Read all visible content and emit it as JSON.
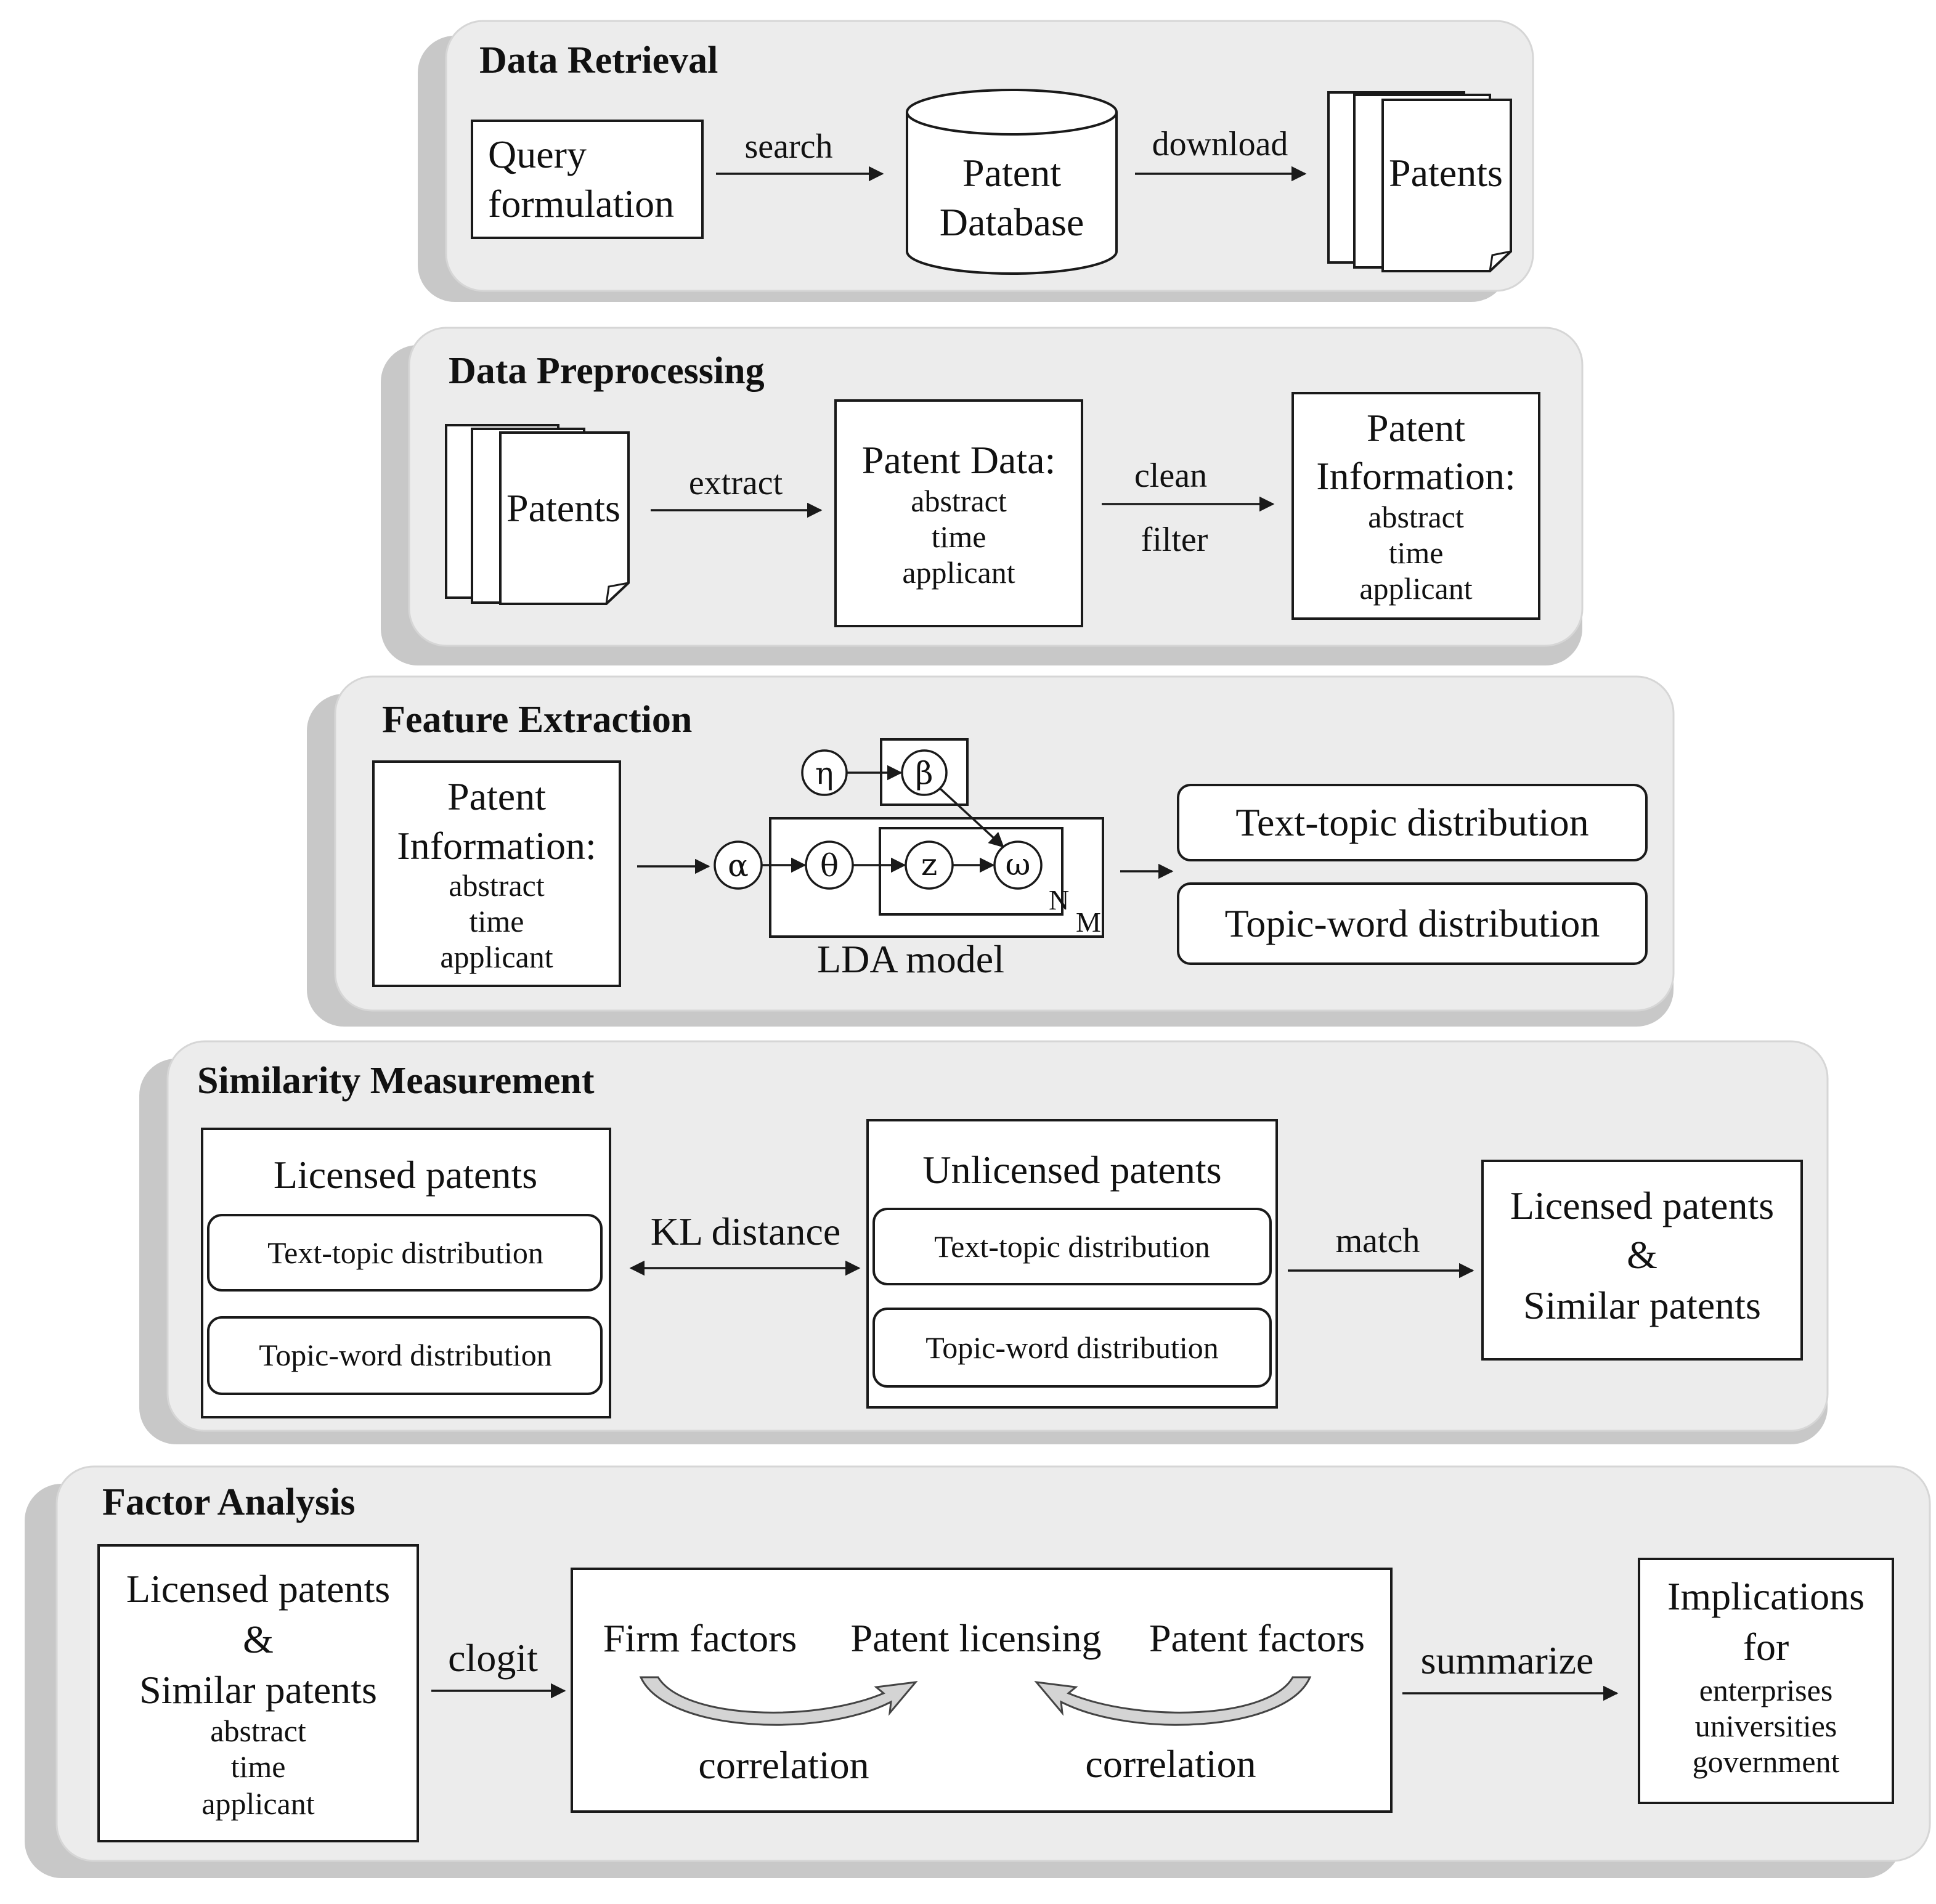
{
  "stages": {
    "retrieval": {
      "title": "Data Retrieval",
      "query": [
        "Query",
        "formulation"
      ],
      "search": "search",
      "database": [
        "Patent",
        "Database"
      ],
      "download": "download",
      "patents": "Patents"
    },
    "preprocessing": {
      "title": "Data Preprocessing",
      "patents": "Patents",
      "extract": "extract",
      "patent_data": {
        "heading": "Patent Data:",
        "items": [
          "abstract",
          "time",
          "applicant"
        ]
      },
      "clean": "clean",
      "filter": "filter",
      "patent_info": {
        "heading": [
          "Patent",
          "Information:"
        ],
        "items": [
          "abstract",
          "time",
          "applicant"
        ]
      }
    },
    "feature": {
      "title": "Feature Extraction",
      "patent_info": {
        "heading": [
          "Patent",
          "Information:"
        ],
        "items": [
          "abstract",
          "time",
          "applicant"
        ]
      },
      "lda": {
        "eta": "η",
        "beta": "β",
        "alpha": "α",
        "theta": "θ",
        "z": "z",
        "omega": "ω",
        "n": "N",
        "m": "M",
        "label": "LDA model"
      },
      "outputs": [
        "Text-topic distribution",
        "Topic-word distribution"
      ]
    },
    "similarity": {
      "title": "Similarity Measurement",
      "licensed": {
        "heading": "Licensed patents",
        "items": [
          "Text-topic  distribution",
          "Topic-word  distribution"
        ]
      },
      "kl": "KL distance",
      "unlicensed": {
        "heading": "Unlicensed patents",
        "items": [
          "Text-topic  distribution",
          "Topic-word  distribution"
        ]
      },
      "match": "match",
      "result": [
        "Licensed patents",
        "&",
        "Similar patents"
      ]
    },
    "factor": {
      "title": "Factor Analysis",
      "input": {
        "lines": [
          "Licensed patents",
          "&",
          "Similar patents"
        ],
        "items": [
          "abstract",
          "time",
          "applicant"
        ]
      },
      "clogit": "clogit",
      "firm": "Firm factors",
      "licensing": "Patent licensing",
      "patent_factors": "Patent factors",
      "correlation_left": "correlation",
      "correlation_right": "correlation",
      "summarize": "summarize",
      "implications": {
        "lines": [
          "Implications",
          "for"
        ],
        "items": [
          "enterprises",
          "universities",
          "government"
        ]
      }
    }
  }
}
